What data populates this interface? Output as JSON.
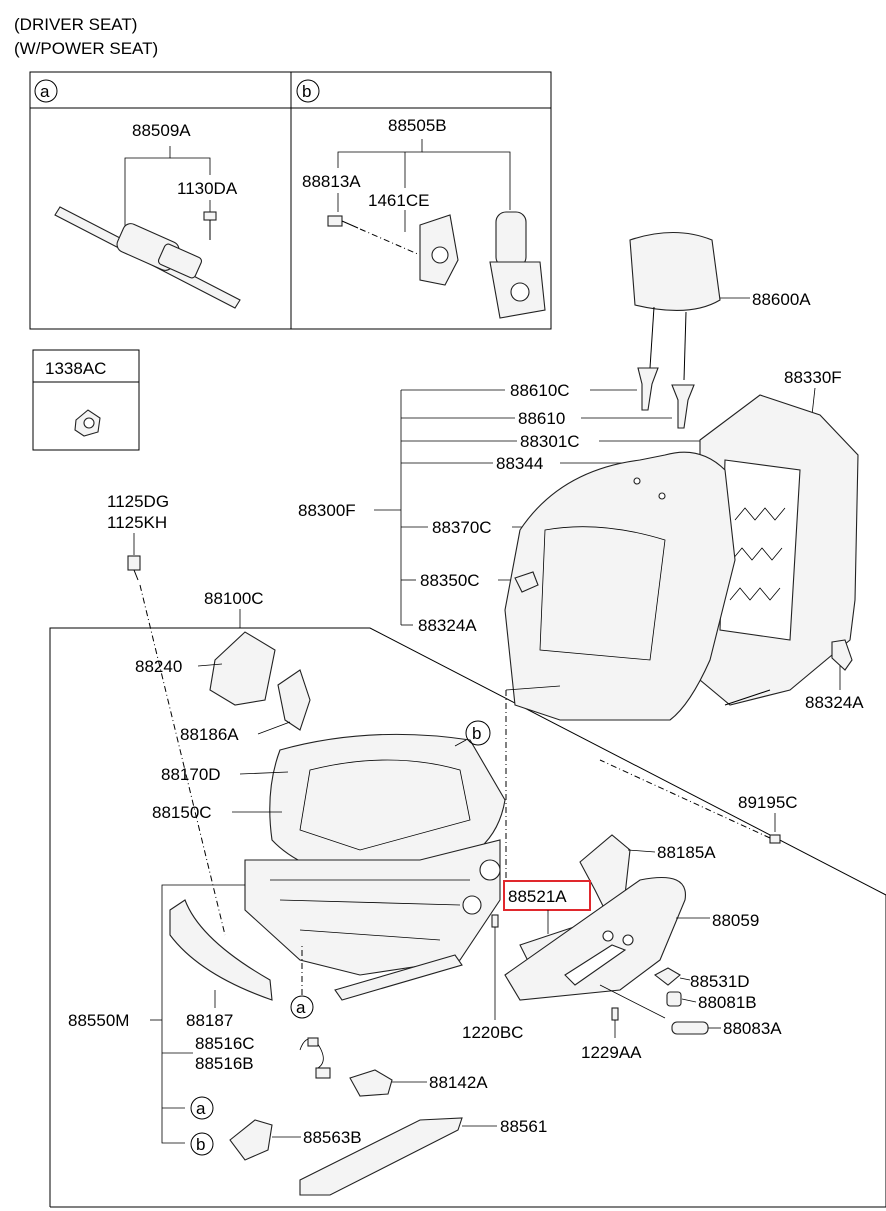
{
  "header": {
    "line1": "(DRIVER SEAT)",
    "line2": "(W/POWER SEAT)"
  },
  "box_a": {
    "tag": "a",
    "parts": [
      "88509A",
      "1130DA"
    ]
  },
  "box_b": {
    "tag": "b",
    "parts": [
      "88505B",
      "88813A",
      "1461CE"
    ]
  },
  "box_1338": {
    "title": "1338AC"
  },
  "callouts": {
    "a": "a",
    "b": "b",
    "p1125dg": "1125DG",
    "p1125kh": "1125KH",
    "p88100c": "88100C",
    "p88600a": "88600A",
    "p88330f": "88330F",
    "p88610c": "88610C",
    "p88610": "88610",
    "p88301c": "88301C",
    "p88344": "88344",
    "p88300f": "88300F",
    "p88370c": "88370C",
    "p88350c": "88350C",
    "p88324a_1": "88324A",
    "p88324a_2": "88324A",
    "p88240": "88240",
    "p88186a": "88186A",
    "p88170d": "88170D",
    "p88150c": "88150C",
    "p89195c": "89195C",
    "p88185a": "88185A",
    "p88521a": "88521A",
    "p88059": "88059",
    "p88531d": "88531D",
    "p88081b": "88081B",
    "p88083a": "88083A",
    "p1220bc": "1220BC",
    "p1229aa": "1229AA",
    "p88187": "88187",
    "p88550m": "88550M",
    "p88516c": "88516C",
    "p88516b": "88516B",
    "p88142a": "88142A",
    "p88563b": "88563B",
    "p88561": "88561"
  },
  "highlight": {
    "part": "88521A",
    "color": "#e0282d"
  }
}
